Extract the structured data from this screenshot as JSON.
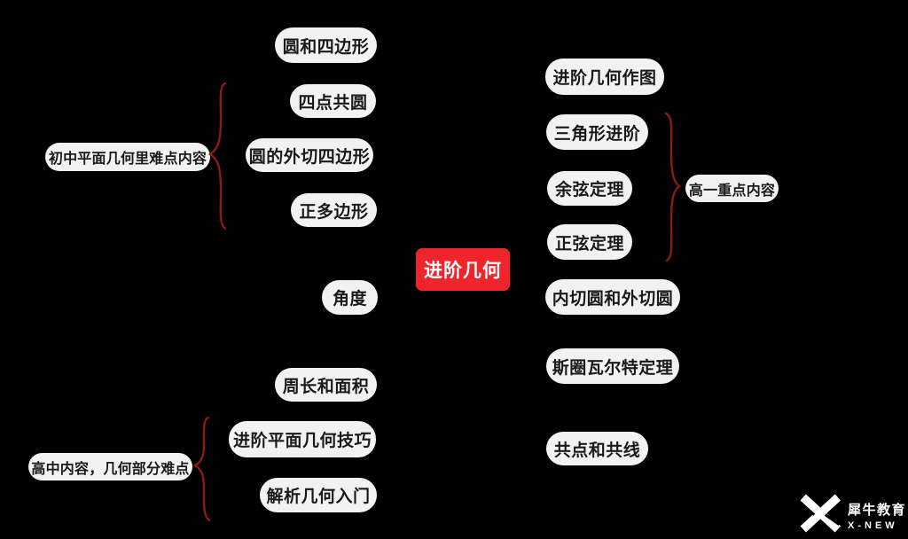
{
  "central_topic": "进阶几何",
  "branches": {
    "circle_and_quadrilateral": "圆和四边形",
    "junior_group": {
      "label": "初中平面几何里难点内容",
      "items": [
        "四点共圆",
        "圆的外切四边形",
        "正多边形"
      ]
    },
    "angle": "角度",
    "perimeter_and_area": "周长和面积",
    "senior_group": {
      "label": "高中内容，几何部分难点",
      "items": [
        "进阶平面几何技巧",
        "解析几何入门"
      ]
    },
    "advanced_construction": "进阶几何作图",
    "grade10_group": {
      "label": "高一重点内容",
      "items": [
        "三角形进阶",
        "余弦定理",
        "正弦定理"
      ]
    },
    "incircle_excircle": "内切圆和外切圆",
    "stewart_theorem": "斯圈瓦尔特定理",
    "concurrency_collinearity": "共点和共线"
  },
  "logo": {
    "brand": "犀牛教育",
    "subtitle": "X-NEW"
  },
  "colors": {
    "background": "#000000",
    "node_background": "#f2f2f2",
    "node_text": "#1a1a1a",
    "central_background": "#f0252c",
    "central_text": "#ffffff",
    "brace": "#8b1a1a",
    "logo": "#ffffff"
  }
}
